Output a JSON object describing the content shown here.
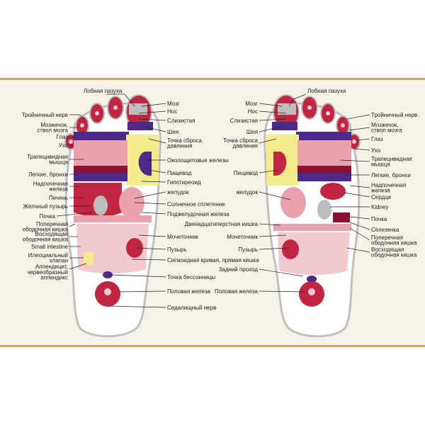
{
  "colors": {
    "background": "#f6f3e6",
    "frame": "#c8a76a",
    "foot_outline": "#bfbfbf",
    "red": "#c0263f",
    "dark_red": "#8c1030",
    "pink": "#e9a2ad",
    "light_pink": "#f1c9cf",
    "purple": "#4b2a8c",
    "yellow": "#f4ec8c",
    "gray": "#bdbdbd",
    "white": "#ffffff"
  },
  "left_labels": [
    {
      "lines": [
        "Лобная пазуха"
      ]
    },
    {
      "lines": [
        "Тройничный нерв"
      ]
    },
    {
      "lines": [
        "Мозжечок,",
        "ствол мозга"
      ]
    },
    {
      "lines": [
        "Глаз"
      ]
    },
    {
      "lines": [
        "Ухо"
      ]
    },
    {
      "lines": [
        "Трапецивидная",
        "мышца"
      ]
    },
    {
      "lines": [
        "Легкие, бронхи"
      ]
    },
    {
      "lines": [
        "Надпочечная",
        "железа"
      ]
    },
    {
      "lines": [
        "Печень"
      ]
    },
    {
      "lines": [
        "Желчный пузырь"
      ]
    },
    {
      "lines": [
        "Почка"
      ]
    },
    {
      "lines": [
        "Поперечная",
        "ободочная кишка"
      ]
    },
    {
      "lines": [
        "Восходящая",
        "ободочная кишка"
      ]
    },
    {
      "lines": [
        "Small intestine"
      ]
    },
    {
      "lines": [
        "Илеоциальный",
        "клапан"
      ]
    },
    {
      "lines": [
        "Аппендицит,",
        "червеобразный",
        "аппендикс"
      ]
    }
  ],
  "center_left_labels": [
    {
      "lines": [
        "Мозг"
      ]
    },
    {
      "lines": [
        "Нос"
      ]
    },
    {
      "lines": [
        "Слизистая"
      ]
    },
    {
      "lines": [
        "Шея"
      ]
    },
    {
      "lines": [
        "Точка сброса",
        "давления"
      ]
    },
    {
      "lines": [
        "Околощитовые железы"
      ]
    },
    {
      "lines": [
        "Пищевод"
      ]
    },
    {
      "lines": [
        "Гипотиреоид"
      ]
    },
    {
      "lines": [
        "Солнечное сплетение"
      ]
    },
    {
      "lines": [
        "Поджелудочная железа"
      ]
    },
    {
      "lines": [
        "Мочеточник"
      ]
    },
    {
      "lines": [
        "Пузырь"
      ]
    },
    {
      "lines": [
        "Сигмоидная кривая, прямая кишка"
      ]
    },
    {
      "lines": [
        "Точка бессонницы"
      ]
    },
    {
      "lines": [
        "Половая железа"
      ]
    },
    {
      "lines": [
        "Седалищный нерв"
      ]
    }
  ],
  "center_right_labels": [
    {
      "lines": [
        "Мозг"
      ]
    },
    {
      "lines": [
        "Нос"
      ]
    },
    {
      "lines": [
        "Слизистая"
      ]
    },
    {
      "lines": [
        "Шея"
      ]
    },
    {
      "lines": [
        "Точка сброса",
        "давления"
      ]
    },
    {
      "lines": [
        "Пищевод"
      ]
    },
    {
      "lines": [
        "желудок"
      ]
    },
    {
      "lines": [
        "Двенадцатиперстная кишка"
      ]
    },
    {
      "lines": [
        "Мочеточник"
      ]
    },
    {
      "lines": [
        "Пузырь"
      ]
    },
    {
      "lines": [
        "Задний проход"
      ]
    },
    {
      "lines": [
        "Половая железа"
      ]
    }
  ],
  "right_labels": [
    {
      "lines": [
        "Лобная пазуха"
      ]
    },
    {
      "lines": [
        "Тройничный нерв"
      ]
    },
    {
      "lines": [
        "Мозжечок,",
        "ствол мозга"
      ]
    },
    {
      "lines": [
        "Глаз"
      ]
    },
    {
      "lines": [
        "Ухо"
      ]
    },
    {
      "lines": [
        "Трапецивидная",
        "мышца"
      ]
    },
    {
      "lines": [
        "Легкие, бронхи"
      ]
    },
    {
      "lines": [
        "Надпочечная",
        "железа"
      ]
    },
    {
      "lines": [
        "Сердце"
      ]
    },
    {
      "lines": [
        "Kidney"
      ]
    },
    {
      "lines": [
        "Почка"
      ]
    },
    {
      "lines": [
        "Селезенка"
      ]
    },
    {
      "lines": [
        "Поперечная",
        "ободочная кишка"
      ]
    },
    {
      "lines": [
        "Восходящая",
        "ободочная кишка"
      ]
    }
  ],
  "stomach_label": {
    "lines": [
      "желудок"
    ]
  }
}
